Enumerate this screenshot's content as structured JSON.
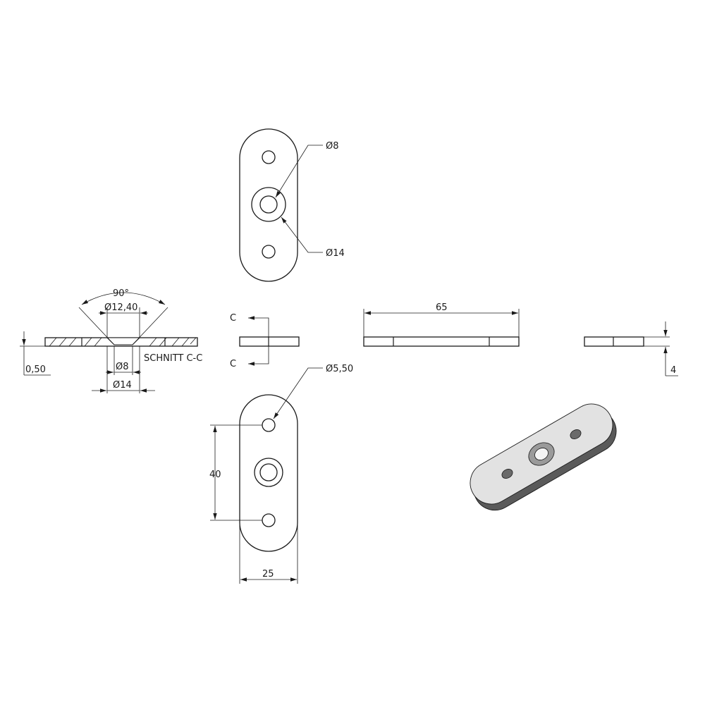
{
  "dimensions": {
    "top_hole_outer_dia": "Ø8",
    "top_counterbore_dia": "Ø14",
    "section_angle": "90°",
    "section_countersink_dia": "Ø12,40",
    "section_thickness_offset": "0,50",
    "section_bore_dia": "Ø8",
    "section_outer_dia": "Ø14",
    "side_length": "65",
    "end_thickness": "4",
    "small_hole_dia": "Ø5,50",
    "hole_spacing": "40",
    "width": "25"
  },
  "section": {
    "title": "SCHNITT C-C",
    "marker_top": "C",
    "marker_bottom": "C"
  },
  "colors": {
    "line": "#1a1a1a",
    "iso_top": "#e2e2e2",
    "iso_side": "#5a5a5a",
    "iso_side_light": "#8a8a8a"
  }
}
